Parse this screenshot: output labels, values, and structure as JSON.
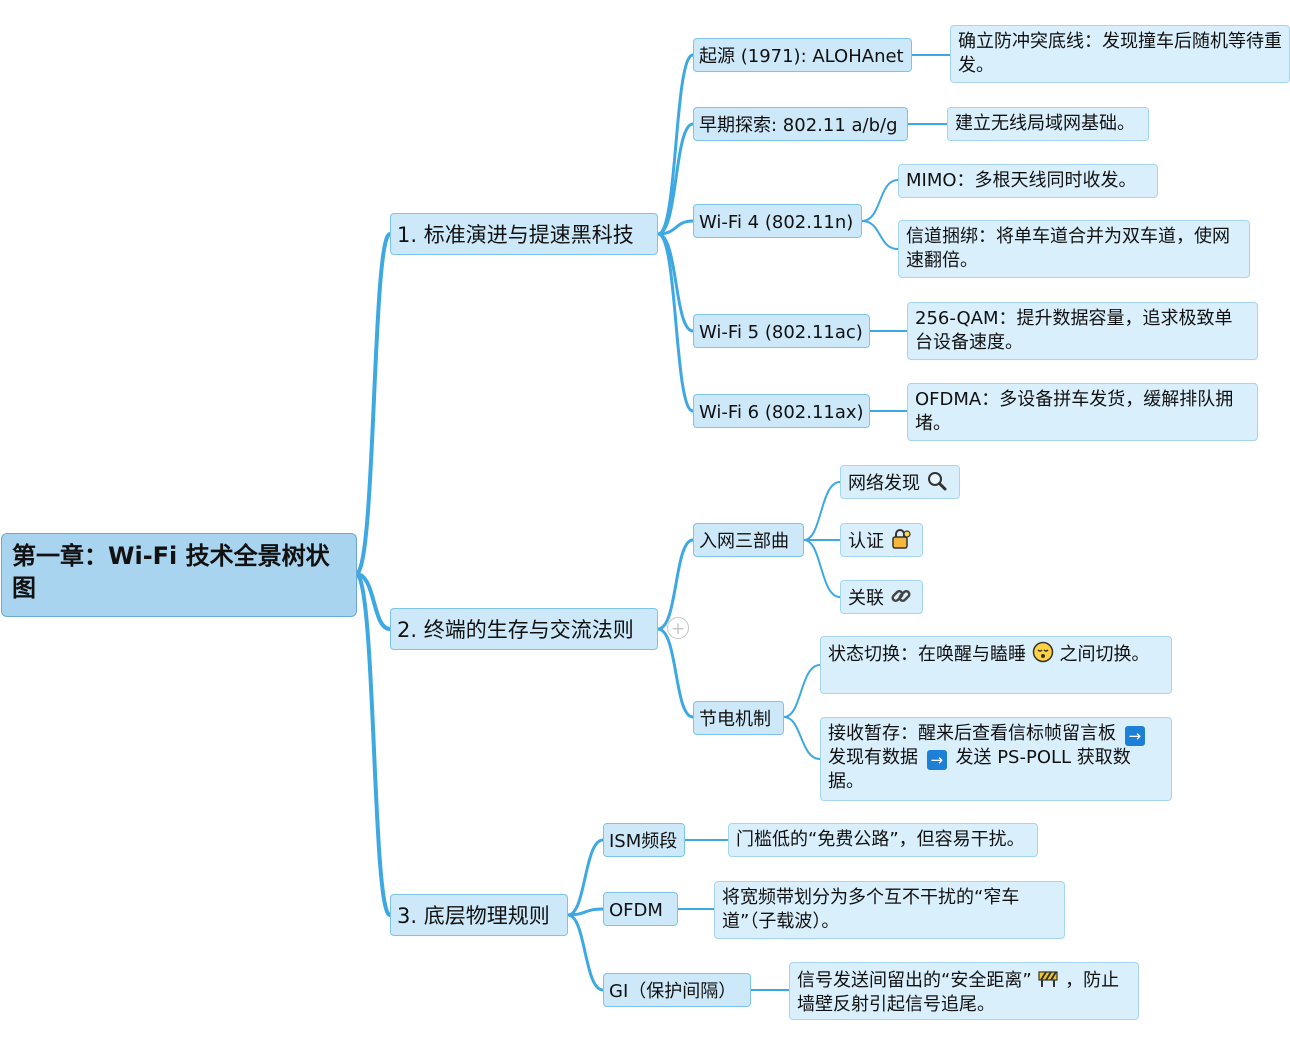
{
  "root": {
    "title": "第一章：Wi-Fi 技术全景树状图"
  },
  "branches": [
    {
      "label": "1. 标准演进与提速黑科技",
      "children": [
        {
          "label": "起源 (1971): ALOHAnet",
          "details": [
            "确立防冲突底线：发现撞车后随机等待重发。"
          ]
        },
        {
          "label": "早期探索: 802.11 a/b/g",
          "details": [
            "建立无线局域网基础。"
          ]
        },
        {
          "label": "Wi-Fi 4 (802.11n)",
          "details": [
            "MIMO：多根天线同时收发。",
            "信道捆绑：将单车道合并为双车道，使网速翻倍。"
          ]
        },
        {
          "label": "Wi-Fi 5 (802.11ac)",
          "details": [
            "256-QAM：提升数据容量，追求极致单台设备速度。"
          ]
        },
        {
          "label": "Wi-Fi 6 (802.11ax)",
          "details": [
            "OFDMA：多设备拼车发货，缓解排队拥堵。"
          ]
        }
      ]
    },
    {
      "label": "2. 终端的生存与交流法则",
      "children": [
        {
          "label": "入网三部曲",
          "details": [
            "网络发现",
            "认证",
            "关联"
          ]
        },
        {
          "label": "节电机制",
          "details": [
            {
              "before": "状态切换：在唤醒与瞌睡",
              "after": "之间切换。"
            },
            {
              "part1": "接收暂存：醒来后查看信标帧留言板",
              "part2": "发现有数据",
              "part3": "发送 PS-POLL 获取数据。"
            }
          ]
        }
      ]
    },
    {
      "label": "3. 底层物理规则",
      "children": [
        {
          "label": "ISM频段",
          "details": [
            "门槛低的“免费公路”，但容易干扰。"
          ]
        },
        {
          "label": "OFDM",
          "details": [
            "将宽频带划分为多个互不干扰的“窄车道”（子载波）。"
          ]
        },
        {
          "label": "GI（保护间隔）",
          "details": [
            {
              "before": "信号发送间留出的“安全距离”",
              "after": "，防止墙壁反射引起信号追尾。"
            }
          ]
        }
      ]
    }
  ],
  "icons": {
    "discovery": "magnifier-icon",
    "auth": "lock-key-icon",
    "association": "link-icon",
    "sleep": "sleeping-face-icon",
    "arrow": "right-arrow-icon",
    "safety": "construction-barrier-icon",
    "collapse": "collapse-plus-icon"
  },
  "colors": {
    "connector": "#3ea8e3",
    "node_fill": "#cde9f9",
    "node_border": "#7ec3ea",
    "root_fill": "#a9d4ef"
  }
}
